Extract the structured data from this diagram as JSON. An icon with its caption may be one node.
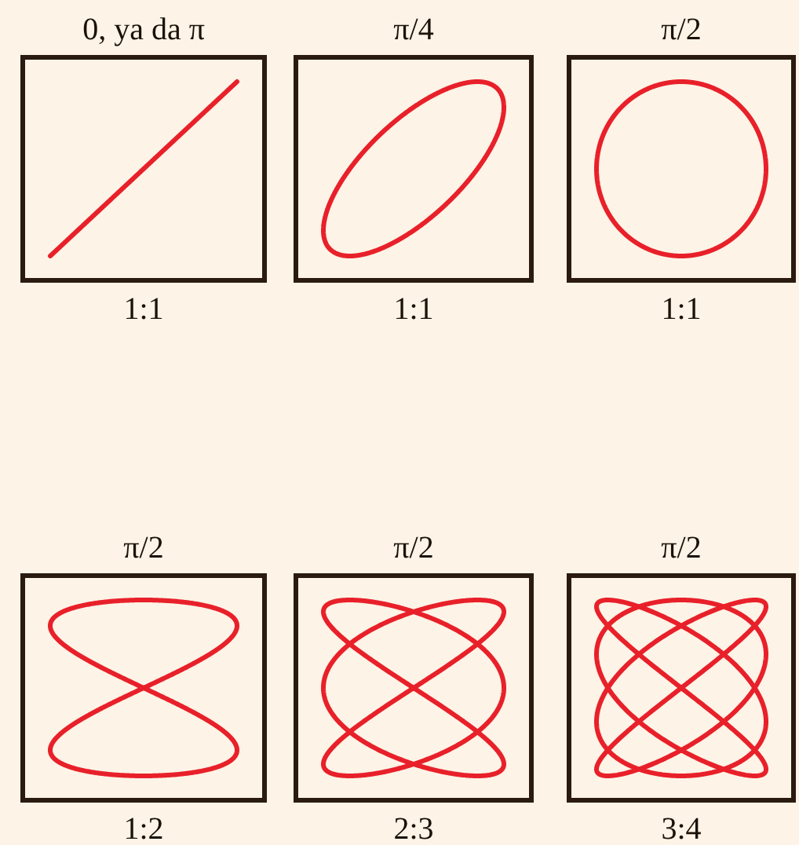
{
  "diagram": {
    "nodes": [
      {
        "text": [
          "0, ya da π"
        ],
        "beside": [
          "1:1"
        ]
      },
      {
        "text": [
          "π/4"
        ],
        "beside": [
          "1:1"
        ]
      },
      {
        "text": [
          "π/2"
        ],
        "beside": [
          "1:1"
        ]
      },
      {
        "text": [
          "π/2"
        ],
        "beside": [
          "1:2"
        ]
      },
      {
        "text": [
          "π/2"
        ],
        "beside": [
          "2:3"
        ]
      },
      {
        "text": [
          "π/2"
        ],
        "beside": [
          "3:4"
        ]
      }
    ],
    "edges": []
  }
}
